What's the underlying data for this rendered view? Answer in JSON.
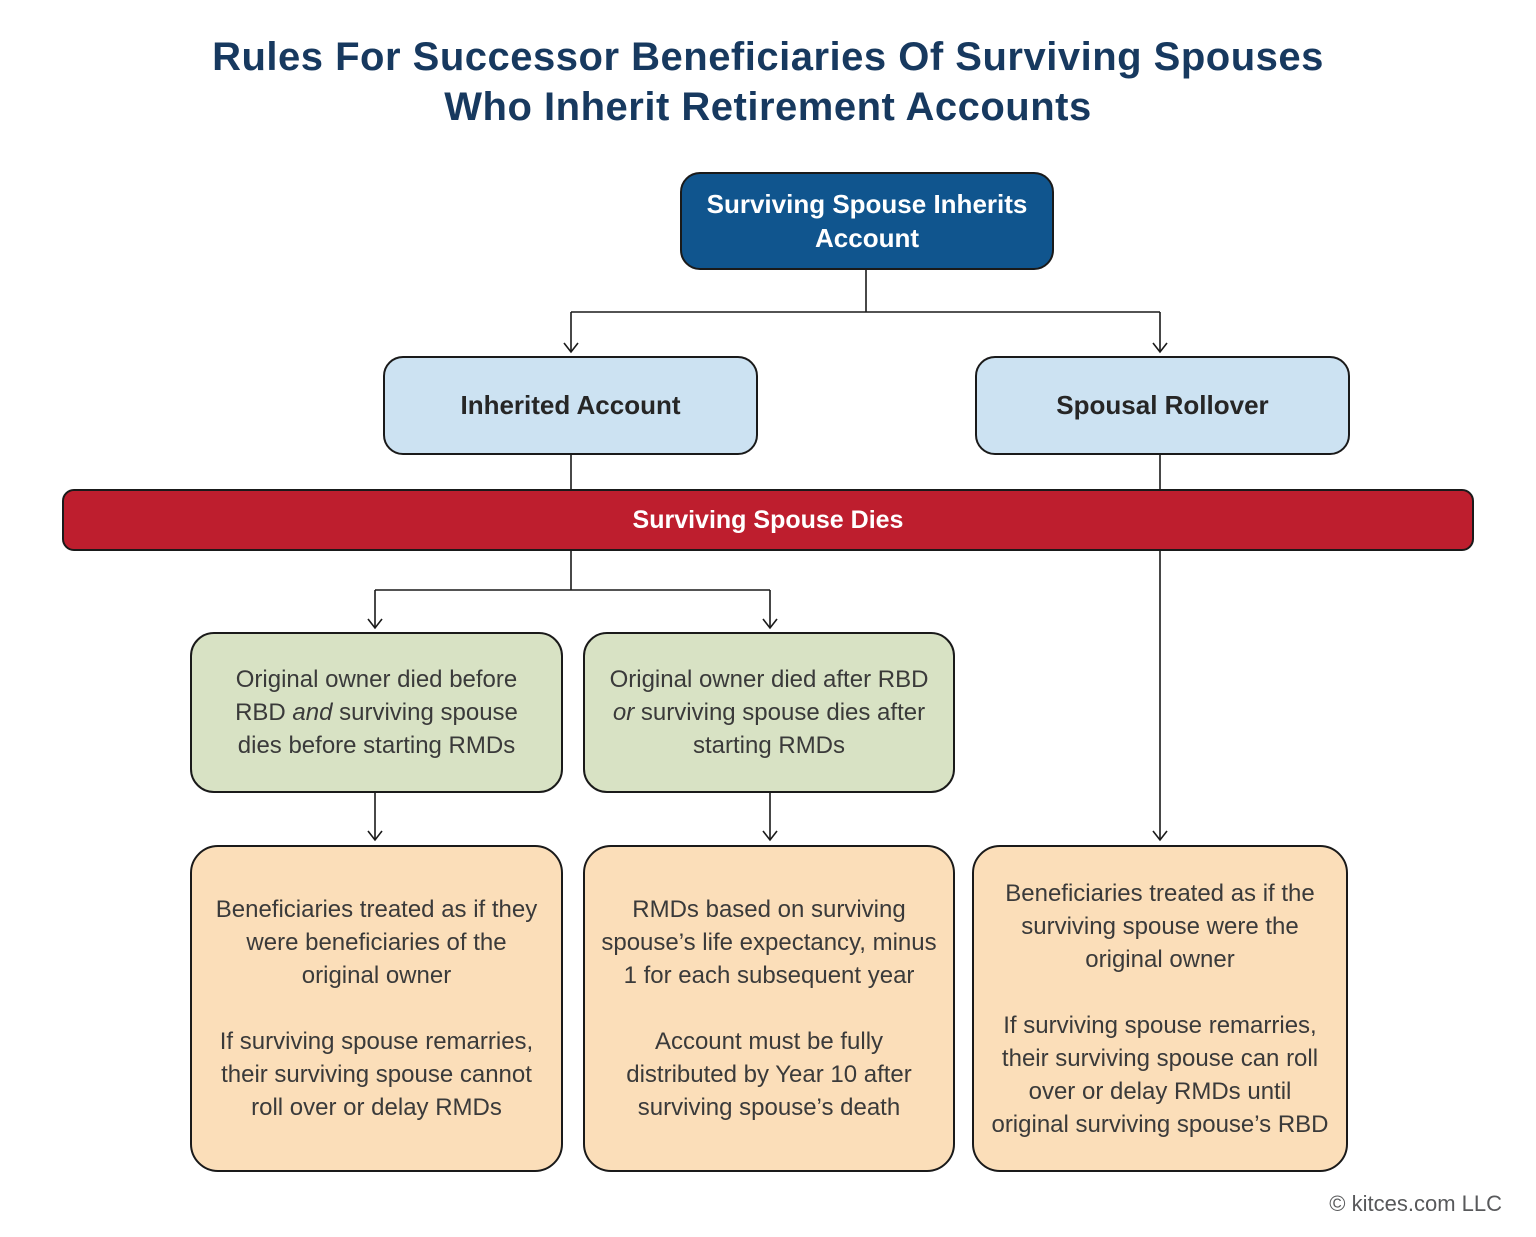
{
  "title": {
    "line1": "Rules For Successor Beneficiaries Of Surviving Spouses",
    "line2": "Who Inherit Retirement Accounts"
  },
  "flowchart": {
    "root": "Surviving Spouse Inherits Account",
    "inherited_account": "Inherited Account",
    "spousal_rollover": "Spousal Rollover",
    "death_bar": "Surviving Spouse Dies",
    "green_left": {
      "pre": "Original owner died before RBD ",
      "italic": "and",
      "post": " surviving spouse dies before starting RMDs"
    },
    "green_right": {
      "pre": "Original owner died after RBD ",
      "italic": "or",
      "post": " surviving spouse dies after starting RMDs"
    },
    "orange_left": {
      "para1": "Beneficiaries treated as if they were beneficiaries of the original owner",
      "para2": "If surviving spouse remarries, their surviving spouse cannot roll over or delay RMDs"
    },
    "orange_mid": {
      "para1": "RMDs based on surviving spouse’s life expectancy, minus 1 for each subsequent year",
      "para2": "Account must be fully distributed by Year 10 after surviving spouse’s death"
    },
    "orange_right": {
      "para1": "Beneficiaries treated as if the surviving spouse were the original owner",
      "para2": "If surviving spouse remarries, their surviving spouse can roll over or delay RMDs until original surviving spouse’s RBD"
    }
  },
  "footer": {
    "copyright": "© kitces.com LLC"
  },
  "colors": {
    "title_navy": "#17395f",
    "root_blue": "#10558e",
    "light_blue": "#cce2f2",
    "death_red": "#be1e2e",
    "condition_green": "#d8e2c4",
    "outcome_orange": "#fbdeb9",
    "line_black": "#1a1a1a",
    "body_text": "#3a3a3a"
  }
}
